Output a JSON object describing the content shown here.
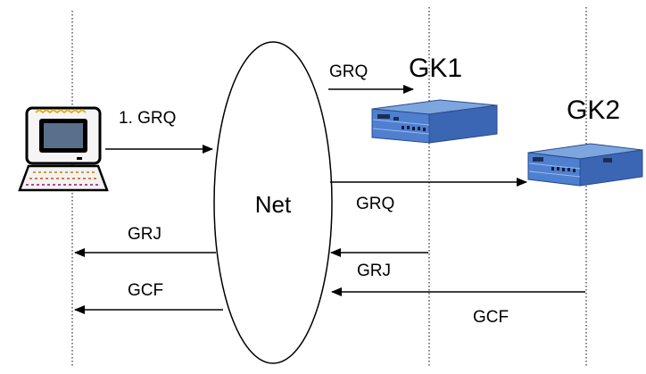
{
  "cloud": {
    "label": "Net"
  },
  "gatekeepers": [
    {
      "label": "GK1"
    },
    {
      "label": "GK2"
    }
  ],
  "messages": [
    {
      "label": "1. GRQ"
    },
    {
      "label": "GRQ"
    },
    {
      "label": "GRQ"
    },
    {
      "label": "GRJ"
    },
    {
      "label": "GRJ"
    },
    {
      "label": "GCF"
    },
    {
      "label": "GCF"
    }
  ],
  "colors": {
    "line": "#000000",
    "device_top": "#7ea6de",
    "device_front": "#4f7fcf",
    "device_side": "#3a66b4",
    "computer_body": "#f5f5f5",
    "computer_screen": "#5a6f8c"
  }
}
